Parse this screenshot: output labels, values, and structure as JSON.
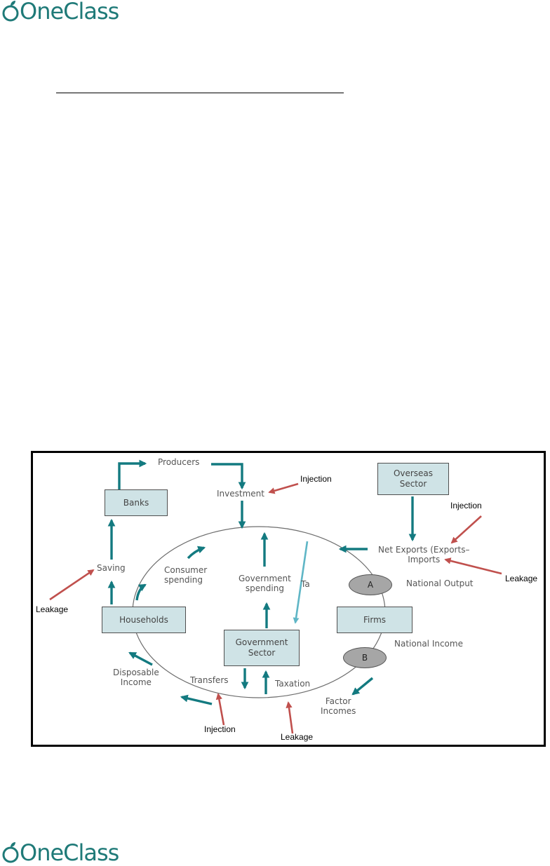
{
  "brand": {
    "name": "OneClass"
  },
  "diagram": {
    "boxes": {
      "banks": "Banks",
      "households": "Households",
      "government": "Government\nSector",
      "firms": "Firms",
      "overseas": "Overseas\nSector"
    },
    "ovals": {
      "a": "A",
      "b": "B"
    },
    "labels": {
      "producers": "Producers",
      "investment": "Investment",
      "saving": "Saving",
      "consumer_spending": "Consumer\nspending",
      "government_spending": "Government\nspending",
      "tax_partial": "Ta",
      "net_exports": "Net Exports (Exports–\nImports",
      "national_output": "National Output",
      "national_income": "National Income",
      "disposable_income": "Disposable\nIncome",
      "transfers": "Transfers",
      "taxation": "Taxation",
      "factor_incomes": "Factor\nIncomes"
    },
    "annotations": {
      "injection_investment": "Injection",
      "injection_net_exports": "Injection",
      "leakage_net_exports": "Leakage",
      "leakage_saving": "Leakage",
      "injection_transfers": "Injection",
      "leakage_taxation": "Leakage"
    },
    "colors": {
      "flow_arrow": "#137a80",
      "annotation_arrow": "#c0504d",
      "highlight_arrow": "#5fb6c6",
      "box_fill": "#cfe3e6",
      "oval_fill": "#a6a6a6",
      "brand": "#1f7a78"
    }
  }
}
